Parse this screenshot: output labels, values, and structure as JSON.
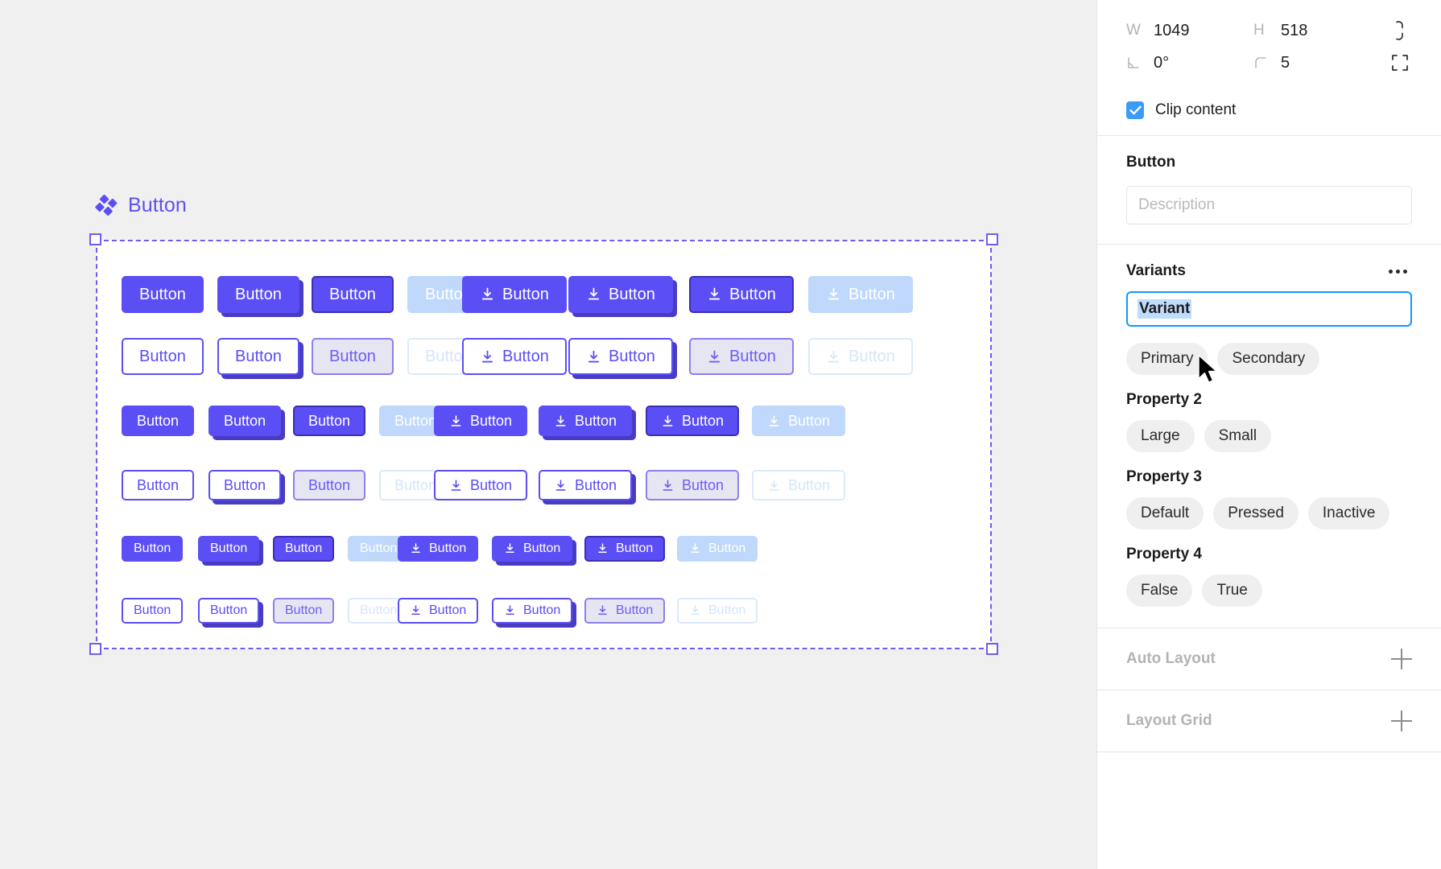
{
  "canvas": {
    "component_title": "Button",
    "component_icon": "component-diamond-icon",
    "selection": {
      "handles": [
        "top-left",
        "top-right",
        "bottom-left",
        "bottom-right"
      ]
    },
    "button_label": "Button",
    "icon_name": "download-icon",
    "rows": [
      {
        "variant": "Primary",
        "size": "Large",
        "has_icon_half": true
      },
      {
        "variant": "Secondary",
        "size": "Large",
        "has_icon_half": true
      },
      {
        "variant": "Primary",
        "size": "Medium",
        "has_icon_half": true
      },
      {
        "variant": "Secondary",
        "size": "Medium",
        "has_icon_half": true
      },
      {
        "variant": "Primary",
        "size": "Small",
        "has_icon_half": true
      },
      {
        "variant": "Secondary",
        "size": "Small",
        "has_icon_half": true
      }
    ],
    "states": [
      "Default",
      "Pressed-shadow",
      "Pressed",
      "Inactive"
    ]
  },
  "panel": {
    "dimensions": {
      "width_label": "W",
      "width_value": "1049",
      "height_label": "H",
      "height_value": "518",
      "rotation_label": "rotation-icon",
      "rotation_value": "0°",
      "corner_label": "corner-radius-icon",
      "corner_value": "5",
      "constrain_icon": "constrain-proportions-icon",
      "independent_corners_icon": "independent-corners-icon"
    },
    "clip_content": {
      "label": "Clip content",
      "checked": true,
      "accent": "#3b9bfb"
    },
    "component": {
      "name": "Button",
      "description_placeholder": "Description"
    },
    "variants": {
      "title": "Variants",
      "more_icon": "more-options-icon",
      "property1_name": "Variant",
      "property1_values": [
        "Primary",
        "Secondary"
      ],
      "property2_label": "Property 2",
      "property2_values": [
        "Large",
        "Small"
      ],
      "property3_label": "Property 3",
      "property3_values": [
        "Default",
        "Pressed",
        "Inactive"
      ],
      "property4_label": "Property 4",
      "property4_values": [
        "False",
        "True"
      ]
    },
    "auto_layout": {
      "label": "Auto Layout",
      "add_icon": "plus-icon"
    },
    "layout_grid": {
      "label": "Layout Grid",
      "add_icon": "plus-icon"
    }
  },
  "colors": {
    "primary": "#5b4ef5",
    "primary_dark": "#3b2fb8",
    "shadow": "#473cc2",
    "inactive_fill": "#bfd8fb",
    "selection": "#6f5cf5",
    "focus_border": "#0d99ff",
    "text_selection": "#bfdcfc"
  }
}
